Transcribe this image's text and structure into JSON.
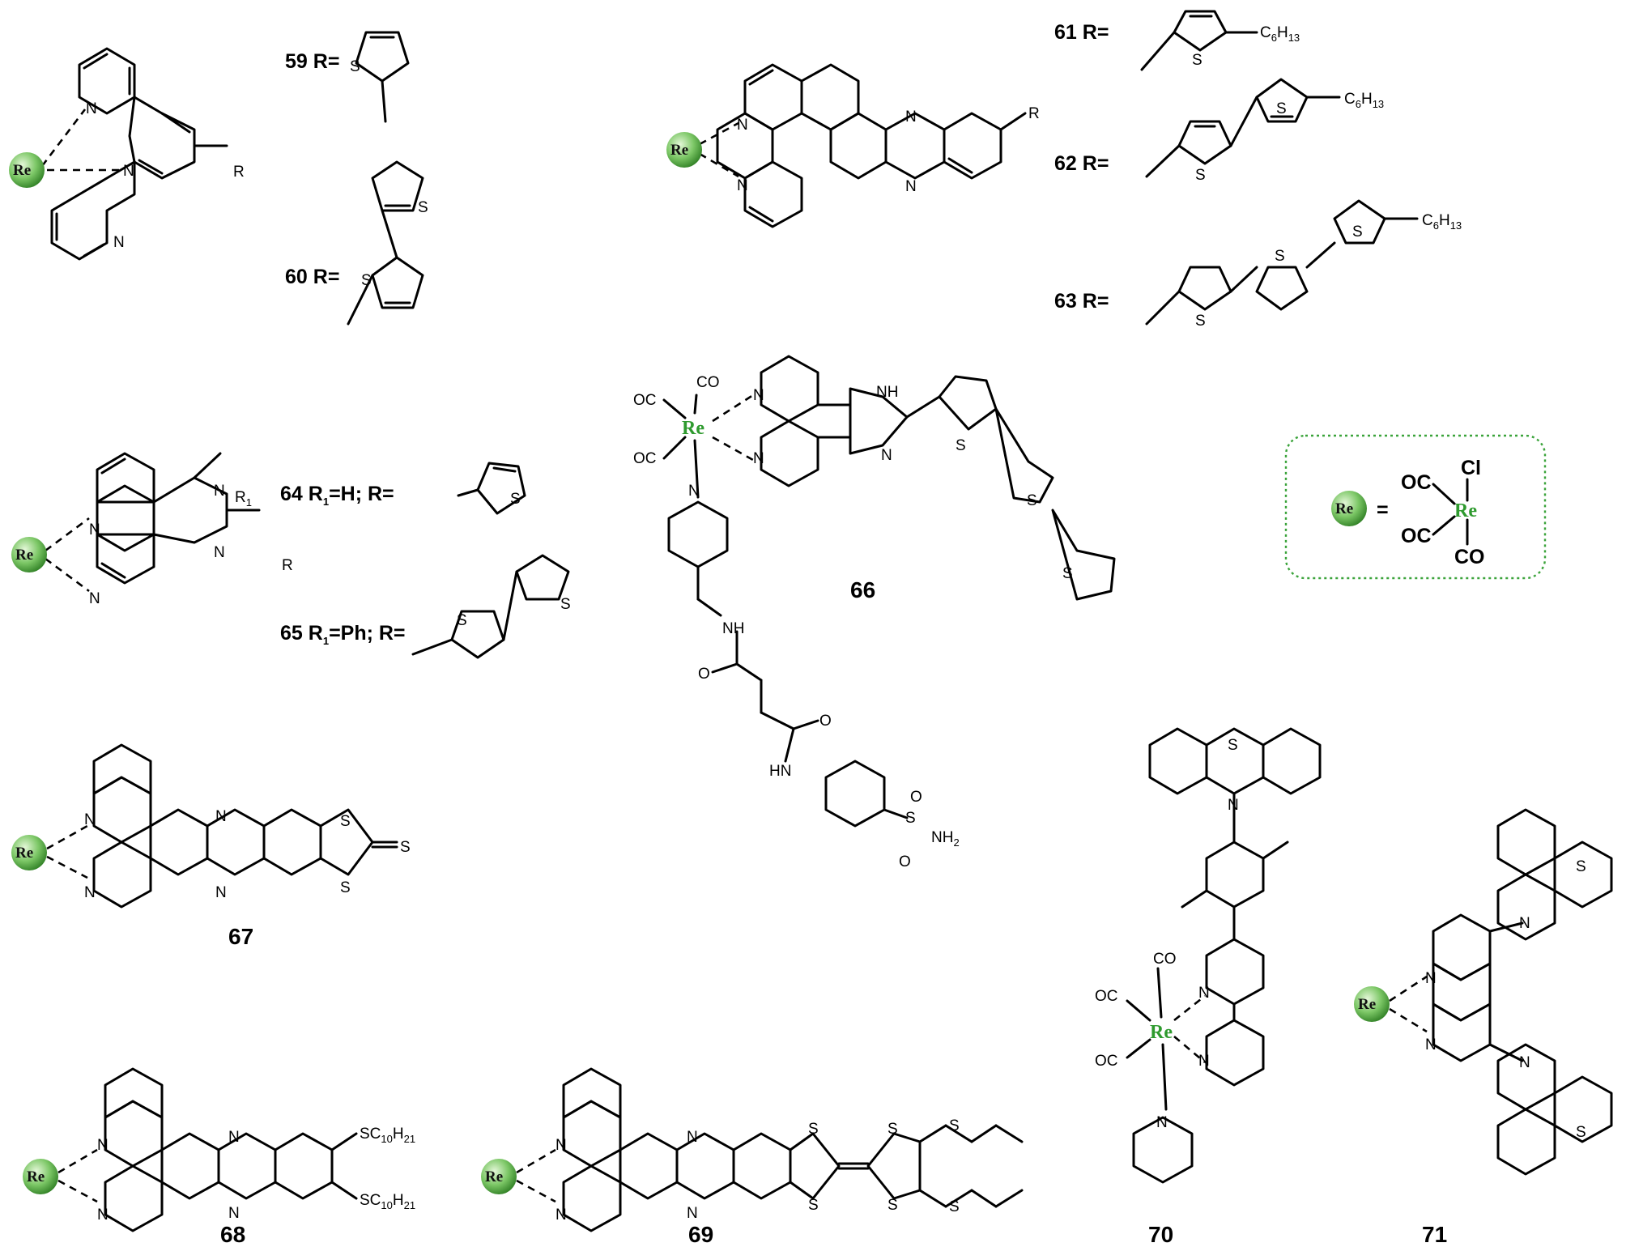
{
  "colors": {
    "bond": "#000000",
    "rhenium_green": "#2e9a2e",
    "sphere_light": "#c8ecb4",
    "sphere_dark": "#3f9a32",
    "legend_border": "#3aa33a"
  },
  "compounds": {
    "c59": {
      "num": "59",
      "label": "R="
    },
    "c60": {
      "num": "60",
      "label": "R="
    },
    "c61": {
      "num": "61",
      "label": "R="
    },
    "c62": {
      "num": "62",
      "label": "R="
    },
    "c63": {
      "num": "63",
      "label": "R="
    },
    "c64": {
      "num": "64",
      "label": "R",
      "sub": "1",
      "label2": "=H; R="
    },
    "c65": {
      "num": "65",
      "label": "R",
      "sub": "1",
      "label2": "=Ph; R="
    },
    "c66": {
      "num": "66"
    },
    "c67": {
      "num": "67"
    },
    "c68": {
      "num": "68"
    },
    "c69": {
      "num": "69"
    },
    "c70": {
      "num": "70"
    },
    "c71": {
      "num": "71"
    }
  },
  "atoms": {
    "re": "Re",
    "n": "N",
    "s": "S",
    "r": "R",
    "r1": "R",
    "r1_sub": "1",
    "nh": "NH",
    "hn": "HN",
    "co": "CO",
    "oc": "OC",
    "cl": "Cl",
    "o": "O",
    "nh2": "NH",
    "nh2_sub": "2",
    "c6h13": "C",
    "c6h13_sub1": "6",
    "c6h13_h": "H",
    "c6h13_sub2": "13",
    "sc10h21": "SC",
    "sc10h21_sub1": "10",
    "sc10h21_h": "H",
    "sc10h21_sub2": "21"
  },
  "legend": {
    "sphere_label": "Re",
    "equals": "=",
    "oc_top": "OC",
    "oc_bottom": "OC",
    "cl": "Cl",
    "re": "Re",
    "co": "CO"
  }
}
